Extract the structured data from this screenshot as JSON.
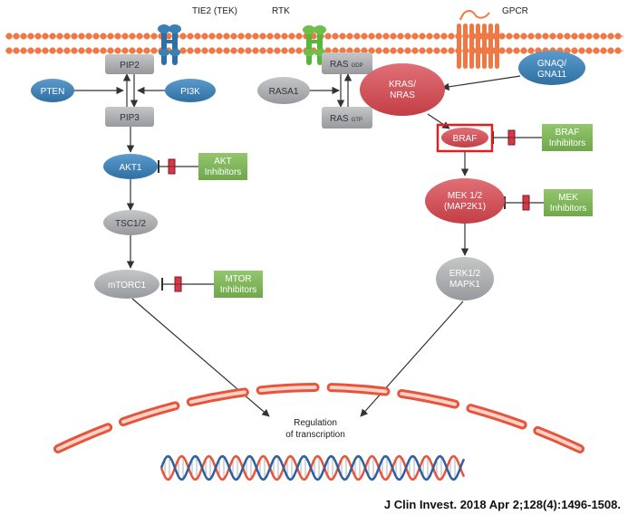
{
  "receptors": {
    "tie2": "TIE2 (TEK)",
    "rtk": "RTK",
    "gpcr": "GPCR"
  },
  "nodes": {
    "pip2": "PIP2",
    "pip3": "PIP3",
    "pten": "PTEN",
    "pi3k": "PI3K",
    "akt1": "AKT1",
    "tsc": "TSC1/2",
    "mtorc1": "mTORC1",
    "rasa1": "RASA1",
    "ras_gdp": "RAS",
    "ras_gdp_sub": "GDP",
    "ras_gtp": "RAS",
    "ras_gtp_sub": "GTP",
    "kras_line1": "KRAS/",
    "kras_line2": "NRAS",
    "gnaq_line1": "GNAQ/",
    "gnaq_line2": "GNA11",
    "braf": "BRAF",
    "mek_line1": "MEK 1/2",
    "mek_line2": "(MAP2K1)",
    "erk_line1": "ERK1/2",
    "erk_line2": "MAPK1"
  },
  "inhibitors": {
    "akt_line1": "AKT",
    "akt_line2": "Inhibitors",
    "mtor_line1": "MTOR",
    "mtor_line2": "Inhibitors",
    "braf_line1": "BRAF",
    "braf_line2": "Inhibitors",
    "mek_line1": "MEK",
    "mek_line2": "Inhibitors"
  },
  "nucleus": {
    "regulation_line1": "Regulation",
    "regulation_line2": "of transcription"
  },
  "citation": "J Clin Invest. 2018 Apr 2;128(4):1496-1508.",
  "colors": {
    "membrane": "#f07845",
    "blue_node": "#3a80b5",
    "red_node": "#d2545a",
    "grey_node": "#a7a9ac",
    "green_box": "#7fb65a",
    "highlight_box": "#e02020",
    "receptor_tie2": "#2f6fa8",
    "receptor_rtk": "#6cc04a",
    "receptor_gpcr": "#f07845"
  }
}
